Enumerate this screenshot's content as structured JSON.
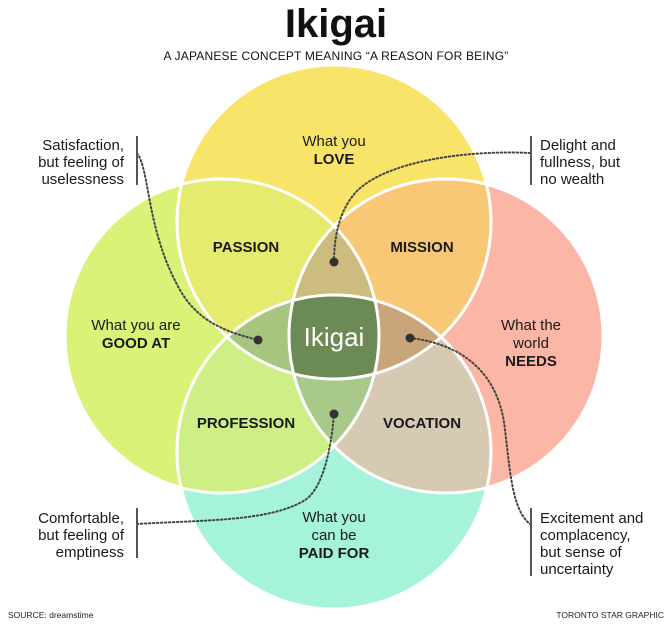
{
  "header": {
    "title": "Ikigai",
    "subtitle": "A JAPANESE CONCEPT MEANING “A REASON FOR BEING”"
  },
  "circles": {
    "love": {
      "line1": "What you",
      "line2": "LOVE",
      "color": "#F9E46A"
    },
    "good_at": {
      "line1": "What you are",
      "line2": "GOOD AT",
      "color": "#D9F277"
    },
    "needs": {
      "line1": "What the",
      "line2": "world",
      "line3": "NEEDS",
      "color": "#FBB6A5"
    },
    "paid_for": {
      "line1": "What you",
      "line2": "can be",
      "line3": "PAID FOR",
      "color": "#A4F3DA"
    }
  },
  "zones": {
    "passion": {
      "label": "PASSION",
      "color": "#E4EB6E"
    },
    "mission": {
      "label": "MISSION",
      "color": "#F8C877"
    },
    "profession": {
      "label": "PROFESSION",
      "color": "#CDEF86"
    },
    "vocation": {
      "label": "VOCATION",
      "color": "#D6CBB2"
    }
  },
  "center": {
    "label": "Ikigai",
    "color": "#6C8A54"
  },
  "triple_zone_colors": {
    "love_good_needs": "#CDBC7E",
    "love_good_paid": "#A7C57F",
    "love_needs_paid": "#C9A579",
    "good_needs_paid": "#A9C98A"
  },
  "notes": {
    "top_left": [
      "Satisfaction,",
      "but feeling of",
      "uselessness"
    ],
    "top_right": [
      "Delight and",
      "fullness, but",
      "no wealth"
    ],
    "bottom_left": [
      "Comfortable,",
      "but feeling of",
      "emptiness"
    ],
    "bottom_right": [
      "Excitement and",
      "complacency,",
      "but sense of",
      "uncertainty"
    ]
  },
  "footer": {
    "source": "SOURCE: dreamstime",
    "credit": "TORONTO STAR GRAPHIC"
  }
}
